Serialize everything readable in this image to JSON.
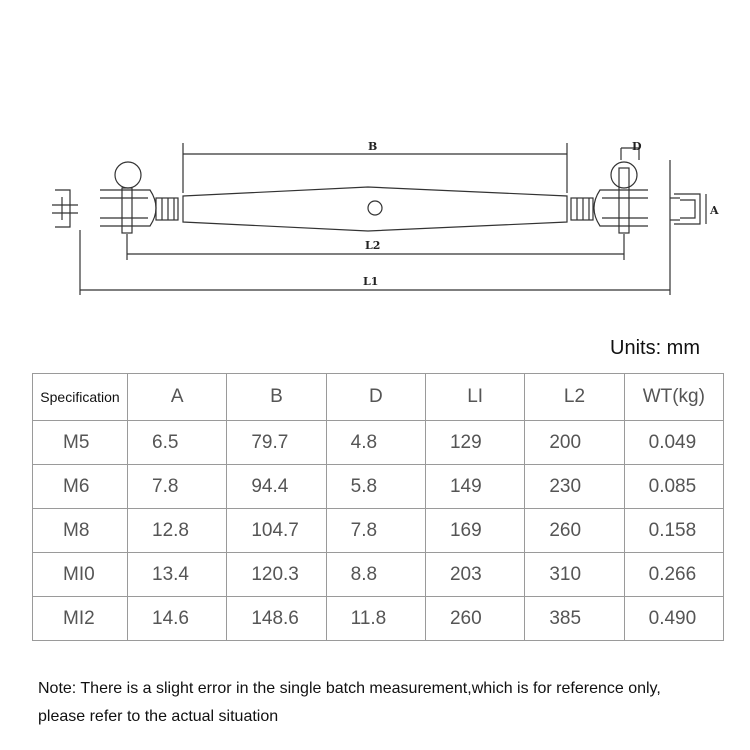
{
  "diagram": {
    "labels": {
      "b": "B",
      "d": "D",
      "a": "A",
      "l2": "L2",
      "l1": "L1"
    }
  },
  "units_label": "Units: mm",
  "table": {
    "headers": [
      "Specification",
      "A",
      "B",
      "D",
      "LI",
      "L2",
      "WT(kg)"
    ],
    "rows": [
      [
        "M5",
        "6.5",
        "79.7",
        "4.8",
        "129",
        "200",
        "0.049"
      ],
      [
        "M6",
        "7.8",
        "94.4",
        "5.8",
        "149",
        "230",
        "0.085"
      ],
      [
        "M8",
        "12.8",
        "104.7",
        "7.8",
        "169",
        "260",
        "0.158"
      ],
      [
        "MI0",
        "13.4",
        "120.3",
        "8.8",
        "203",
        "310",
        "0.266"
      ],
      [
        "MI2",
        "14.6",
        "148.6",
        "11.8",
        "260",
        "385",
        "0.490"
      ]
    ]
  },
  "note": {
    "line1": "Note: There is a slight error in the single batch measurement,which is for reference only,",
    "line2": "please refer to the actual situation"
  }
}
